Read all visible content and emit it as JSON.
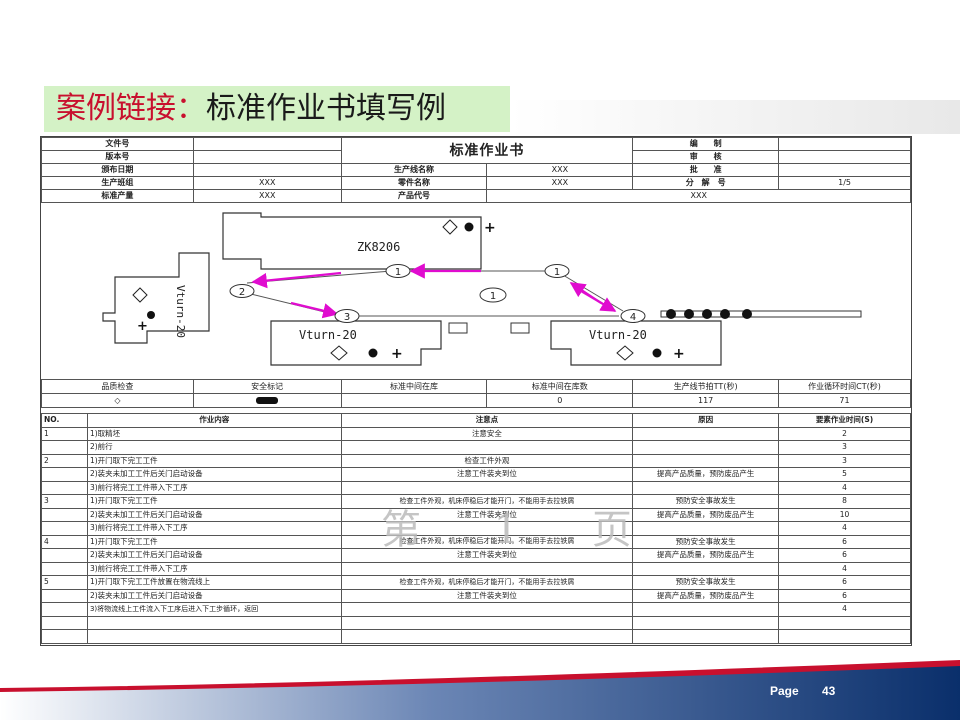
{
  "slide": {
    "title_prefix": "案例链接：",
    "title_rest": "标准作业书填写例",
    "page_label": "Page",
    "page_number": "43"
  },
  "header": {
    "file_no": "文件号",
    "version": "版本号",
    "issue_date": "颁布日期",
    "doc_title": "标准作业书",
    "edit": "编　　制",
    "review": "审　　核",
    "approve": "批　　准",
    "line_name_label": "生产线名称",
    "line_name_value": "XXX",
    "team_label": "生产班组",
    "team_value": "XXX",
    "part_name_label": "零件名称",
    "part_name_value": "XXX",
    "breakdown_label": "分　解　号",
    "breakdown_value": "1/5",
    "std_output_label": "标准产量",
    "std_output_value": "XXX",
    "product_code_label": "产品代号",
    "product_code_value": "XXX"
  },
  "diagram": {
    "machine_top": "ZK8206",
    "machine_left": "Vturn-20",
    "machine_mid": "Vturn-20",
    "machine_right": "Vturn-20",
    "n1": "1",
    "n2": "2",
    "n3": "3",
    "n4": "4",
    "n1b": "1",
    "center": "1",
    "plus": "+"
  },
  "bar": {
    "labels": [
      "品质检查",
      "安全标记",
      "标准中间在库",
      "标准中间在库数",
      "生产线节拍TT(秒)",
      "作业循环时间CT(秒)"
    ],
    "values": [
      "◇",
      "▬",
      "",
      "0",
      "117",
      "71"
    ]
  },
  "watermark": "第 1 页",
  "table": {
    "headers": [
      "NO.",
      "作业内容",
      "注意点",
      "原因",
      "要素作业时间(S)"
    ],
    "rows": [
      {
        "no": "1",
        "content": "1)取精坯",
        "note": "注意安全",
        "reason": "",
        "time": "2"
      },
      {
        "no": "",
        "content": "2)前行",
        "note": "",
        "reason": "",
        "time": "3"
      },
      {
        "no": "2",
        "content": "1)开门取下完工工件",
        "note": "检查工件外观",
        "reason": "",
        "time": "3"
      },
      {
        "no": "",
        "content": "2)装夹未加工工件后关门启动设备",
        "note": "注意工件装夹到位",
        "reason": "提高产品质量，预防废品产生",
        "time": "5"
      },
      {
        "no": "",
        "content": "3)前行将完工工件带入下工序",
        "note": "",
        "reason": "",
        "time": "4"
      },
      {
        "no": "3",
        "content": "1)开门取下完工工件",
        "note": "检查工件外观，机床停稳后才能开门，不能用手去拉铁屑",
        "reason": "预防安全事故发生",
        "time": "8"
      },
      {
        "no": "",
        "content": "2)装夹未加工工件后关门启动设备",
        "note": "注意工件装夹到位",
        "reason": "提高产品质量，预防废品产生",
        "time": "10"
      },
      {
        "no": "",
        "content": "3)前行将完工工件带入下工序",
        "note": "",
        "reason": "",
        "time": "4"
      },
      {
        "no": "4",
        "content": "1)开门取下完工工件",
        "note": "检查工件外观，机床停稳后才能开门，不能用手去拉铁屑",
        "reason": "预防安全事故发生",
        "time": "6"
      },
      {
        "no": "",
        "content": "2)装夹未加工工件后关门启动设备",
        "note": "注意工件装夹到位",
        "reason": "提高产品质量，预防废品产生",
        "time": "6"
      },
      {
        "no": "",
        "content": "3)前行将完工工件带入下工序",
        "note": "",
        "reason": "",
        "time": "4"
      },
      {
        "no": "5",
        "content": "1)开门取下完工工件放置在物流线上",
        "note": "检查工件外观，机床停稳后才能开门，不能用手去拉铁屑",
        "reason": "预防安全事故发生",
        "time": "6"
      },
      {
        "no": "",
        "content": "2)装夹未加工工件后关门启动设备",
        "note": "注意工件装夹到位",
        "reason": "提高产品质量，预防废品产生",
        "time": "6"
      },
      {
        "no": "",
        "content": "3)将物流线上工件流入下工序后进入下工步循环，返回",
        "note": "",
        "reason": "",
        "time": "4"
      },
      {
        "no": "",
        "content": "",
        "note": "",
        "reason": "",
        "time": ""
      },
      {
        "no": "",
        "content": "",
        "note": "",
        "reason": "",
        "time": ""
      }
    ]
  },
  "colors": {
    "arrow": "#e00ccf",
    "footer": "#0a2f6b",
    "accent": "#c8102e"
  }
}
